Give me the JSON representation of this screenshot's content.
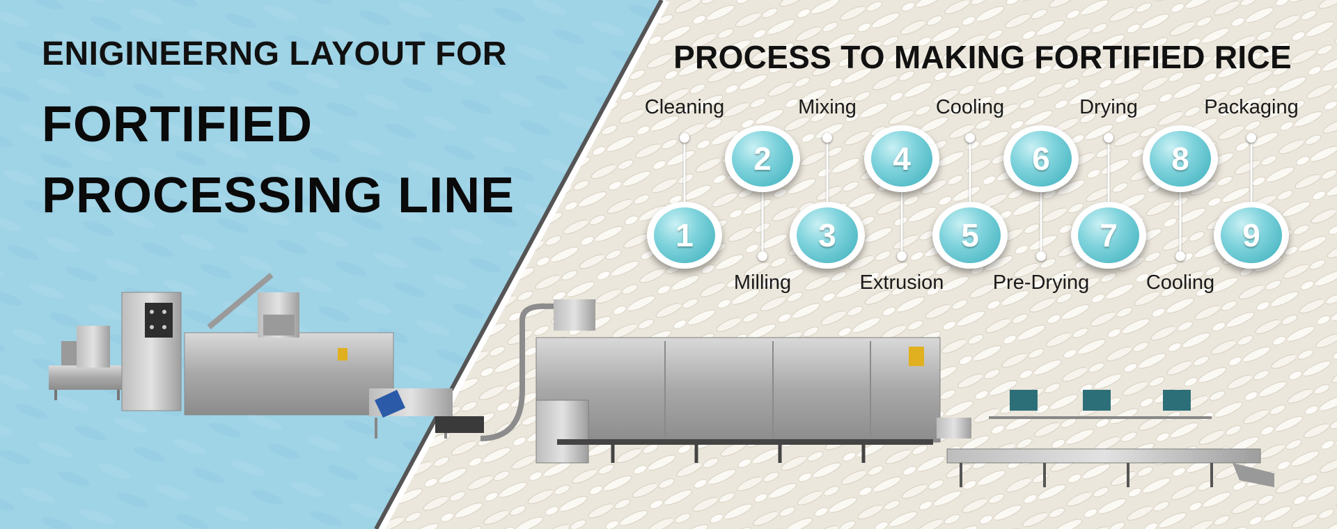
{
  "banner": {
    "title_line1": "ENIGINEERNG LAYOUT FOR",
    "title_line2": "FORTIFIED",
    "title_line3": "PROCESSING LINE"
  },
  "process": {
    "title": "PROCESS TO MAKING FORTIFIED RICE",
    "steps": [
      {
        "number": "1",
        "label": "Cleaning"
      },
      {
        "number": "2",
        "label": "Milling"
      },
      {
        "number": "3",
        "label": "Mixing"
      },
      {
        "number": "4",
        "label": "Extrusion"
      },
      {
        "number": "5",
        "label": "Cooling"
      },
      {
        "number": "6",
        "label": "Pre-Drying"
      },
      {
        "number": "7",
        "label": "Drying"
      },
      {
        "number": "8",
        "label": "Cooling"
      },
      {
        "number": "9",
        "label": "Packaging"
      }
    ]
  },
  "colors": {
    "left_background": "#9fd3e6",
    "right_background": "#ece7dc",
    "divider": "#555555",
    "step_accent": "#3aaebb"
  },
  "icons": [
    "processing-machine-left",
    "processing-machine-right",
    "rice-grain-pattern"
  ]
}
